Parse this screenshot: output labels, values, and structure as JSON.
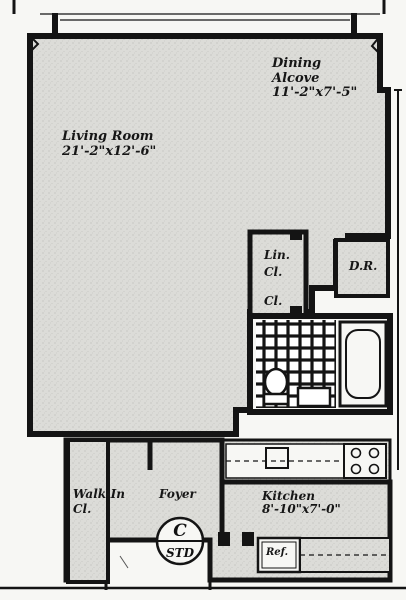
{
  "plan": {
    "rooms": {
      "living_room": {
        "name": "Living Room",
        "dims": "21'-2\"x12'-6\""
      },
      "dining_alcove": {
        "name_line1": "Dining",
        "name_line2": "Alcove",
        "dims": "11'-2\"x7'-5\""
      },
      "linen_closet": {
        "line1": "Lin.",
        "line2": "Cl."
      },
      "closet": {
        "label": "Cl."
      },
      "dr": {
        "label": "D.R."
      },
      "walk_in_closet": {
        "line1": "Walk-In",
        "line2": "Cl."
      },
      "foyer": {
        "label": "Foyer"
      },
      "kitchen": {
        "name": "Kitchen",
        "dims": "8'-10\"x7'-0\""
      },
      "refrigerator": {
        "label": "Ref."
      }
    },
    "badge": {
      "top": "C",
      "bottom": "STD"
    },
    "colors": {
      "wall": "#141414",
      "floor": "#d9d9d5",
      "paper": "#f7f7f4",
      "tile": "#ffffff"
    }
  }
}
